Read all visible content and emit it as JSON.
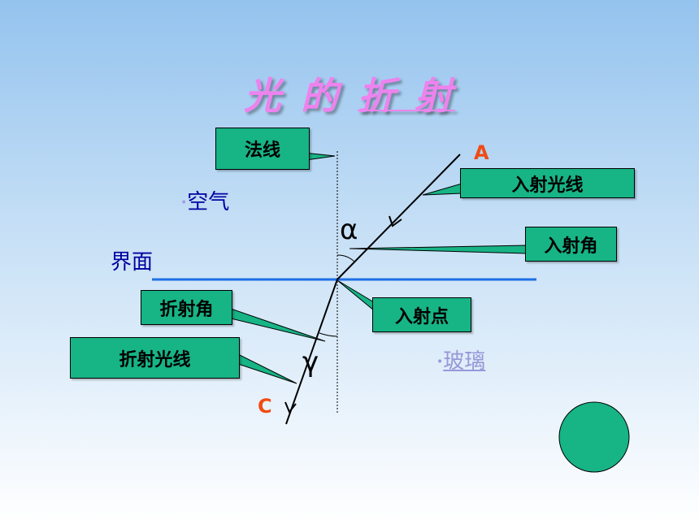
{
  "title": {
    "part1": "光 的",
    "part2": "折 射"
  },
  "labels": {
    "normal": "法线",
    "incident_ray": "入射光线",
    "incident_angle": "入射角",
    "incident_point": "入射点",
    "refraction_angle": "折射角",
    "refracted_ray": "折射光线",
    "interface": "界面",
    "air": "空气",
    "glass": "玻璃",
    "point_a": "A",
    "point_c": "C",
    "alpha": "α",
    "gamma": "γ",
    "bullet": "•"
  },
  "colors": {
    "callout_fill": "#17b486",
    "interface_line": "#1f6fe6",
    "title": "#ee82ee",
    "point_letters": "#f04b14",
    "text_blue": "#0000a0",
    "glass_link": "#9898d8"
  }
}
